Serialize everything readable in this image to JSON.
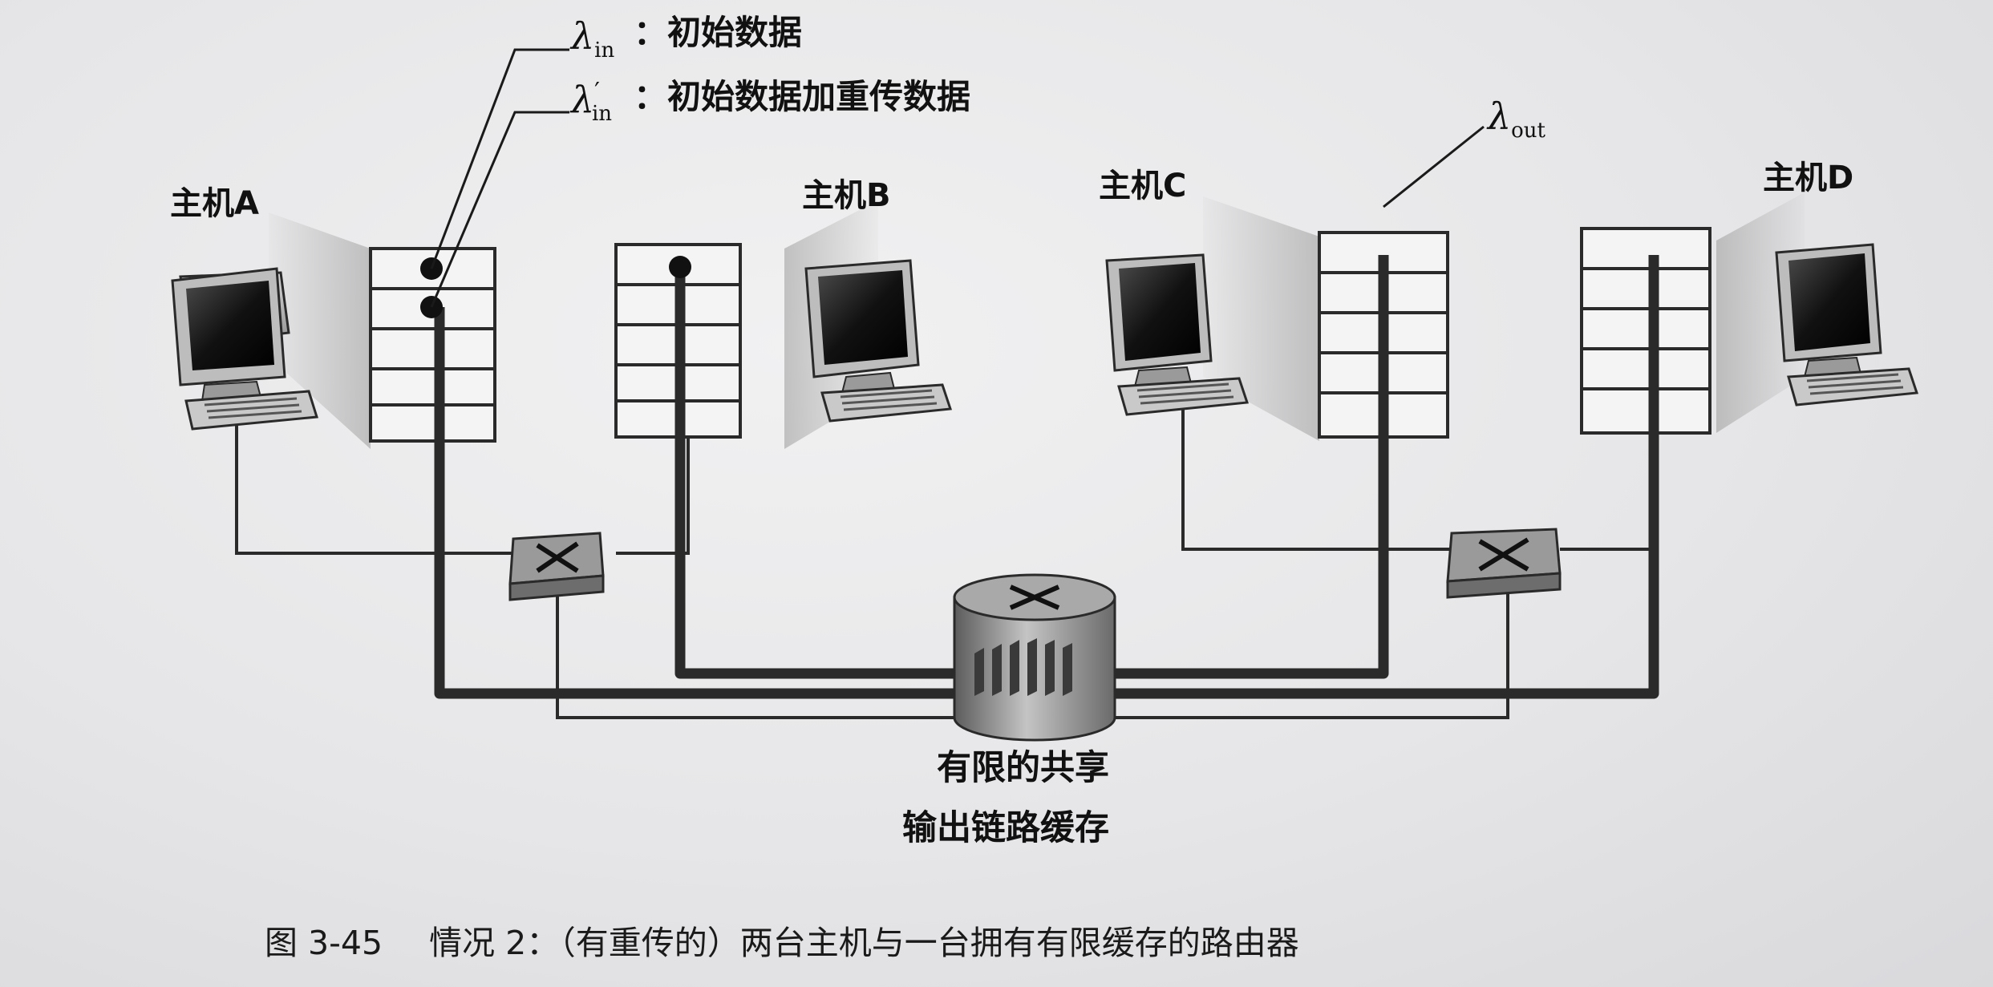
{
  "legend": {
    "lambda_in": {
      "symbol": "λ",
      "sub": "in",
      "prime": "",
      "text": "：初始数据"
    },
    "lambda_in_prime": {
      "symbol": "λ",
      "sub": "in",
      "prime": "′",
      "text": "：初始数据加重传数据"
    },
    "lambda_out": {
      "symbol": "λ",
      "sub": "out"
    }
  },
  "hosts": {
    "a": "主机A",
    "b": "主机B",
    "c": "主机C",
    "d": "主机D"
  },
  "buffer_label": {
    "line1": "有限的共享",
    "line2": "输出链路缓存"
  },
  "caption": {
    "number": "图 3-45",
    "text": "情况 2：（有重传的）两台主机与一台拥有有限缓存的路由器"
  },
  "colors": {
    "paper": "#e9e9ea",
    "line": "#2a2a2a",
    "router": "#8c8c8c",
    "screen": "#111111"
  },
  "icons": [
    "computer-icon",
    "switch-icon",
    "router-icon",
    "arrow-up-icon",
    "dot-marker-icon"
  ]
}
